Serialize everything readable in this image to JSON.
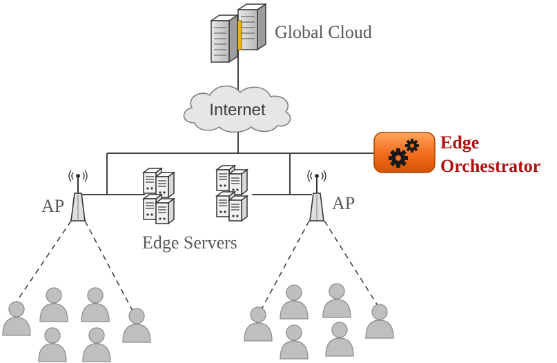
{
  "labels": {
    "global_cloud": "Global Cloud",
    "internet": "Internet",
    "edge_orchestrator_line1": "Edge",
    "edge_orchestrator_line2": "Orchestrator",
    "ap_left": "AP",
    "ap_right": "AP",
    "edge_servers": "Edge Servers"
  },
  "colors": {
    "orchestrator_fill": "#f36f21",
    "orchestrator_text": "#b01010",
    "cloud_fill": "#e6e6e6",
    "user_fill": "#bfbfbf"
  },
  "icons": {
    "cloud_datacenter": "server-rack-icon",
    "internet": "cloud-icon",
    "orchestrator": "gears-icon",
    "access_point": "antenna-icon",
    "edge_server": "server-icon",
    "user": "person-icon"
  }
}
